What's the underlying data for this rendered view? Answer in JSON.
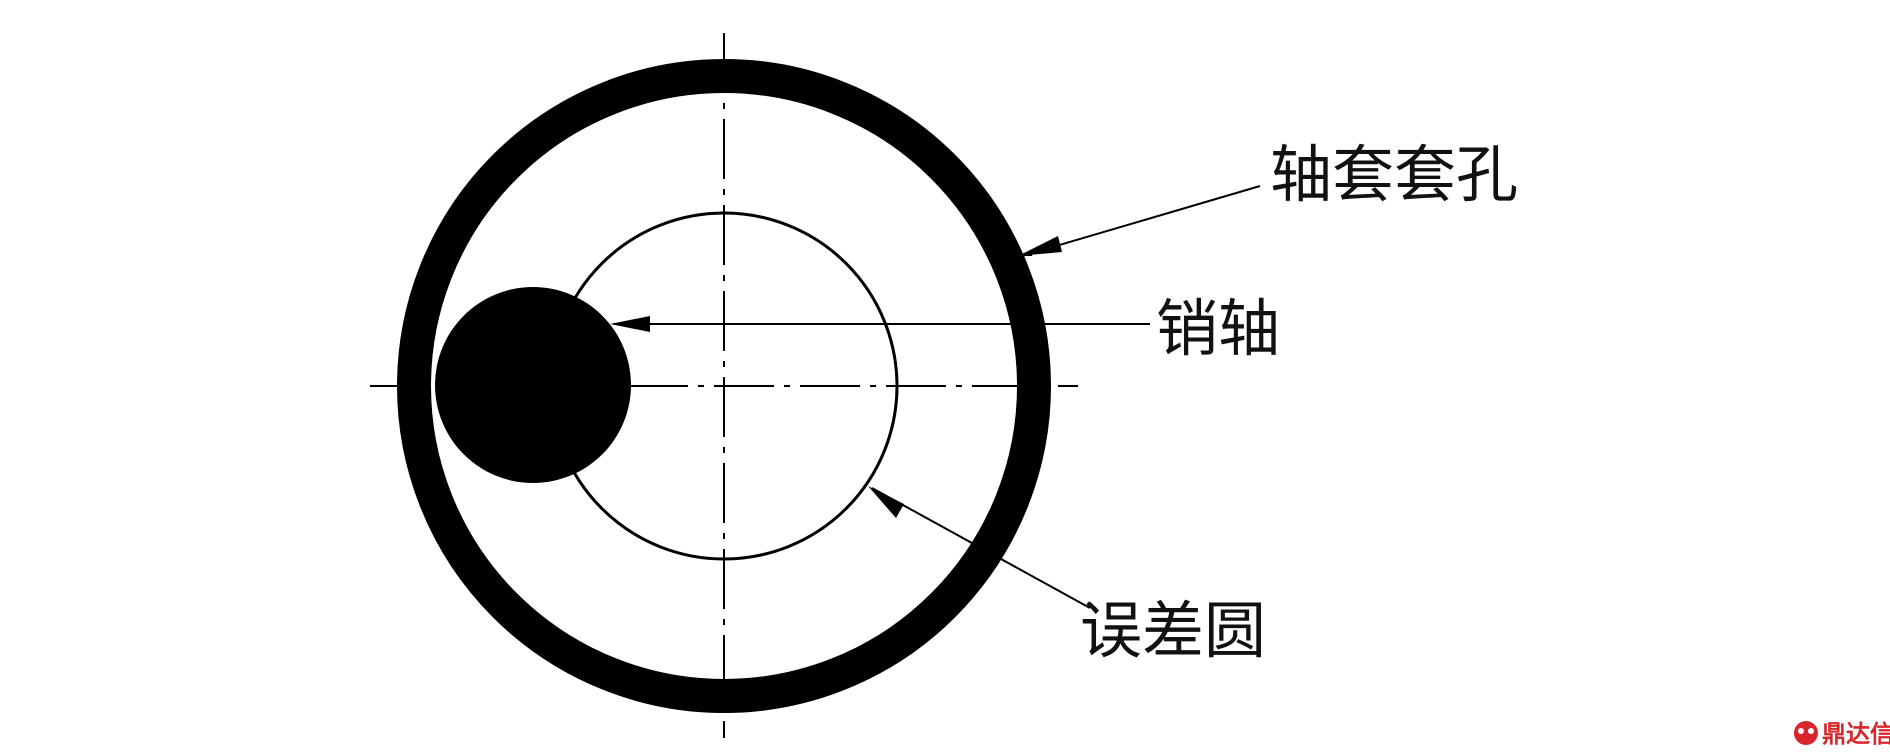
{
  "labels": {
    "bushing_hole": "轴套套孔",
    "pin_shaft": "销轴",
    "error_circle": "误差圆"
  },
  "watermark": {
    "text": "鼎达信",
    "color": "#d9262c"
  },
  "colors": {
    "ink": "#000000",
    "background": "#ffffff"
  }
}
